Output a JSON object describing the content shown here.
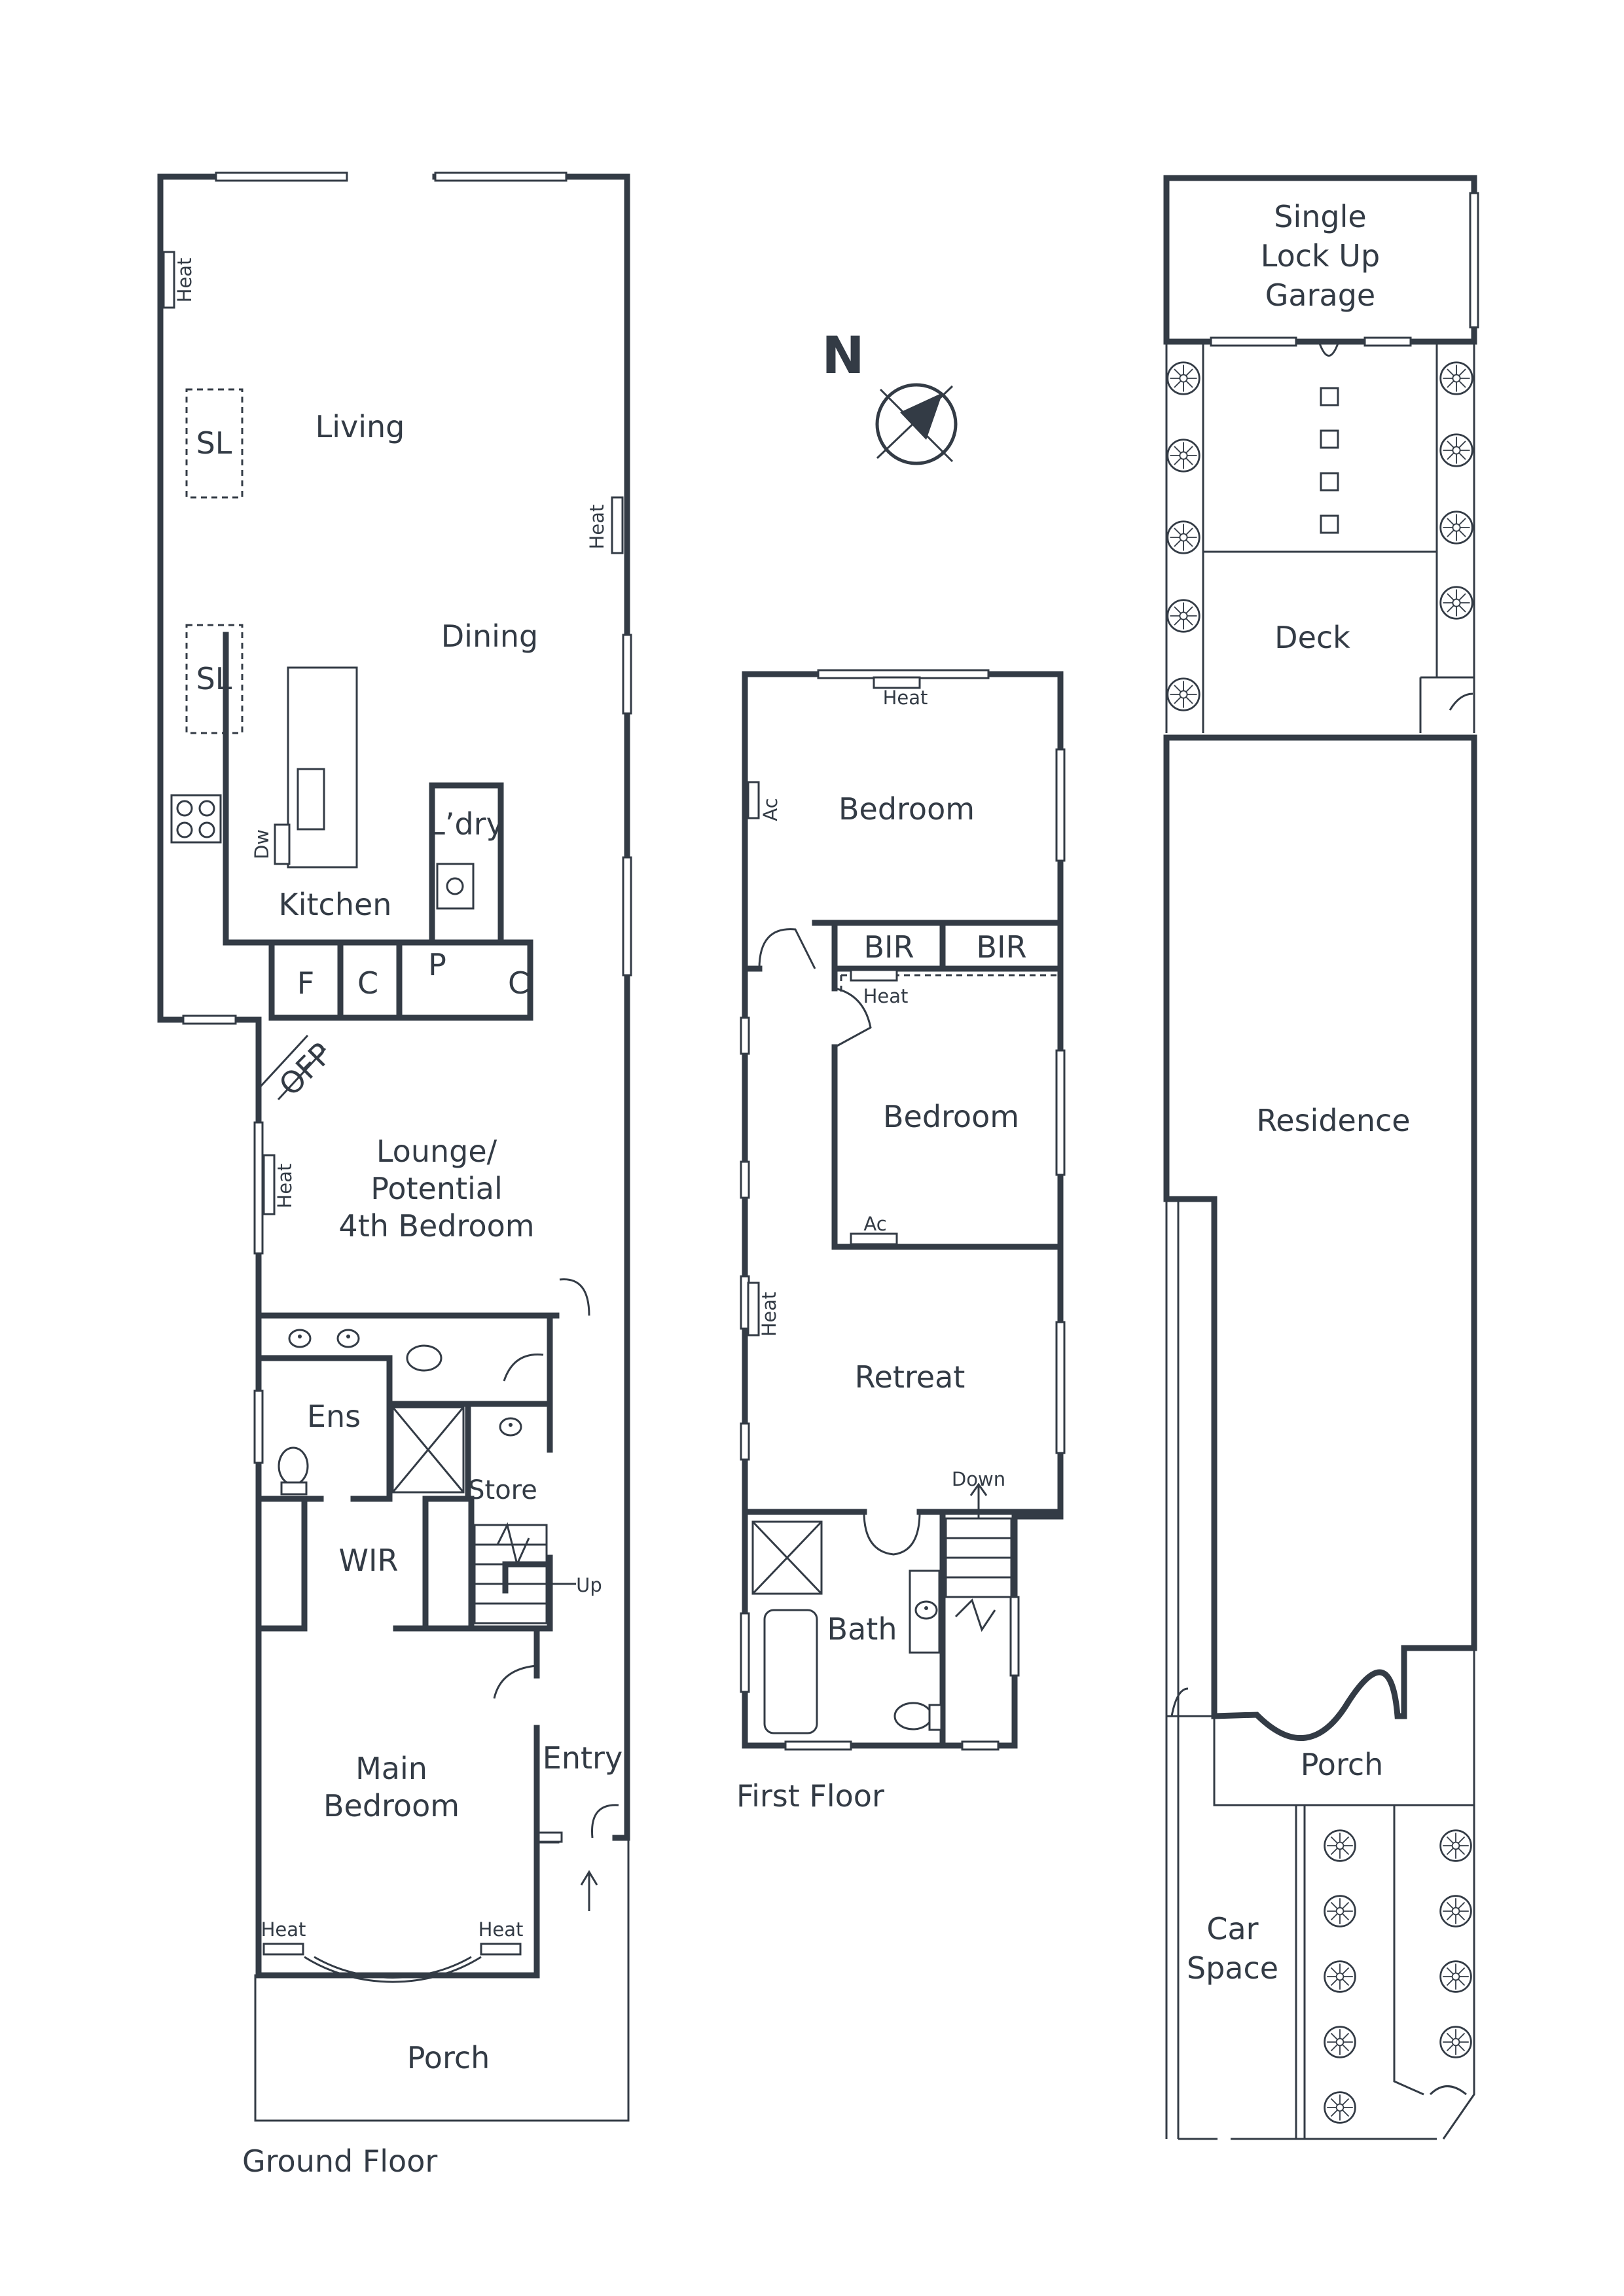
{
  "north_label": "N",
  "floors": {
    "ground": {
      "title": "Ground Floor",
      "rooms": {
        "living": "Living",
        "dining": "Dining",
        "kitchen": "Kitchen",
        "laundry": "L’dry",
        "lounge": [
          "Lounge/",
          "Potential",
          "4th Bedroom"
        ],
        "ensuite": "Ens",
        "wir": "WIR",
        "store": "Store",
        "main_bedroom": [
          "Main",
          "Bedroom"
        ],
        "entry": "Entry",
        "porch": "Porch"
      },
      "fixtures": {
        "skylight": "SL",
        "fridge": "F",
        "cupboard": "C",
        "pantry": "P",
        "dishwasher": "Dw",
        "fireplace": "OFP",
        "heater": "Heat",
        "stairs": "Up"
      }
    },
    "first": {
      "title": "First Floor",
      "rooms": {
        "bedroom": "Bedroom",
        "bir": "BIR",
        "retreat": "Retreat",
        "bath": "Bath"
      },
      "fixtures": {
        "heater": "Heat",
        "aircon": "Ac",
        "stairs": "Down"
      }
    },
    "site": {
      "rooms": {
        "garage": [
          "Single",
          "Lock Up",
          "Garage"
        ],
        "deck": "Deck",
        "residence": "Residence",
        "porch": "Porch",
        "car_space": [
          "Car",
          "Space"
        ]
      }
    }
  },
  "colors": {
    "ink": "#333b45",
    "background": "#ffffff"
  }
}
